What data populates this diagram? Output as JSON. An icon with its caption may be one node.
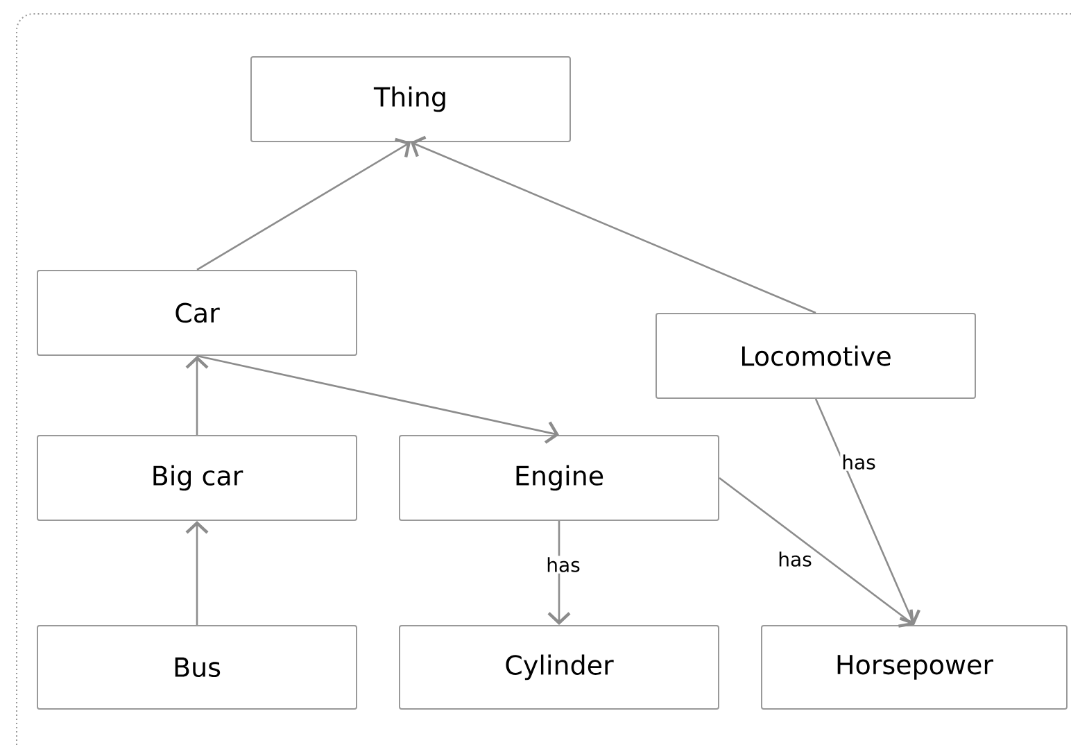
{
  "diagram": {
    "nodes": [
      {
        "text": [
          "Thing"
        ]
      },
      {
        "text": [
          "Car"
        ]
      },
      {
        "text": [
          "Locomotive"
        ]
      },
      {
        "text": [
          "Big car"
        ]
      },
      {
        "text": [
          "Engine"
        ]
      },
      {
        "text": [
          "Bus"
        ]
      },
      {
        "text": [
          "Cylinder"
        ]
      },
      {
        "text": [
          "Horsepower"
        ]
      }
    ],
    "edges": [
      {
        "from": 1,
        "to": 0,
        "arrow": "to"
      },
      {
        "from": 2,
        "to": 0,
        "arrow": "to"
      },
      {
        "from": 3,
        "to": 1,
        "arrow": "to"
      },
      {
        "from": 1,
        "to": 4,
        "arrow": "to"
      },
      {
        "from": 2,
        "to": 7,
        "arrow": "to",
        "label": "has"
      },
      {
        "from": 5,
        "to": 3,
        "arrow": "to"
      },
      {
        "from": 4,
        "to": 6,
        "arrow": "to",
        "label": "has"
      },
      {
        "from": 4,
        "to": 7,
        "arrow": "to",
        "label": "has"
      }
    ]
  }
}
